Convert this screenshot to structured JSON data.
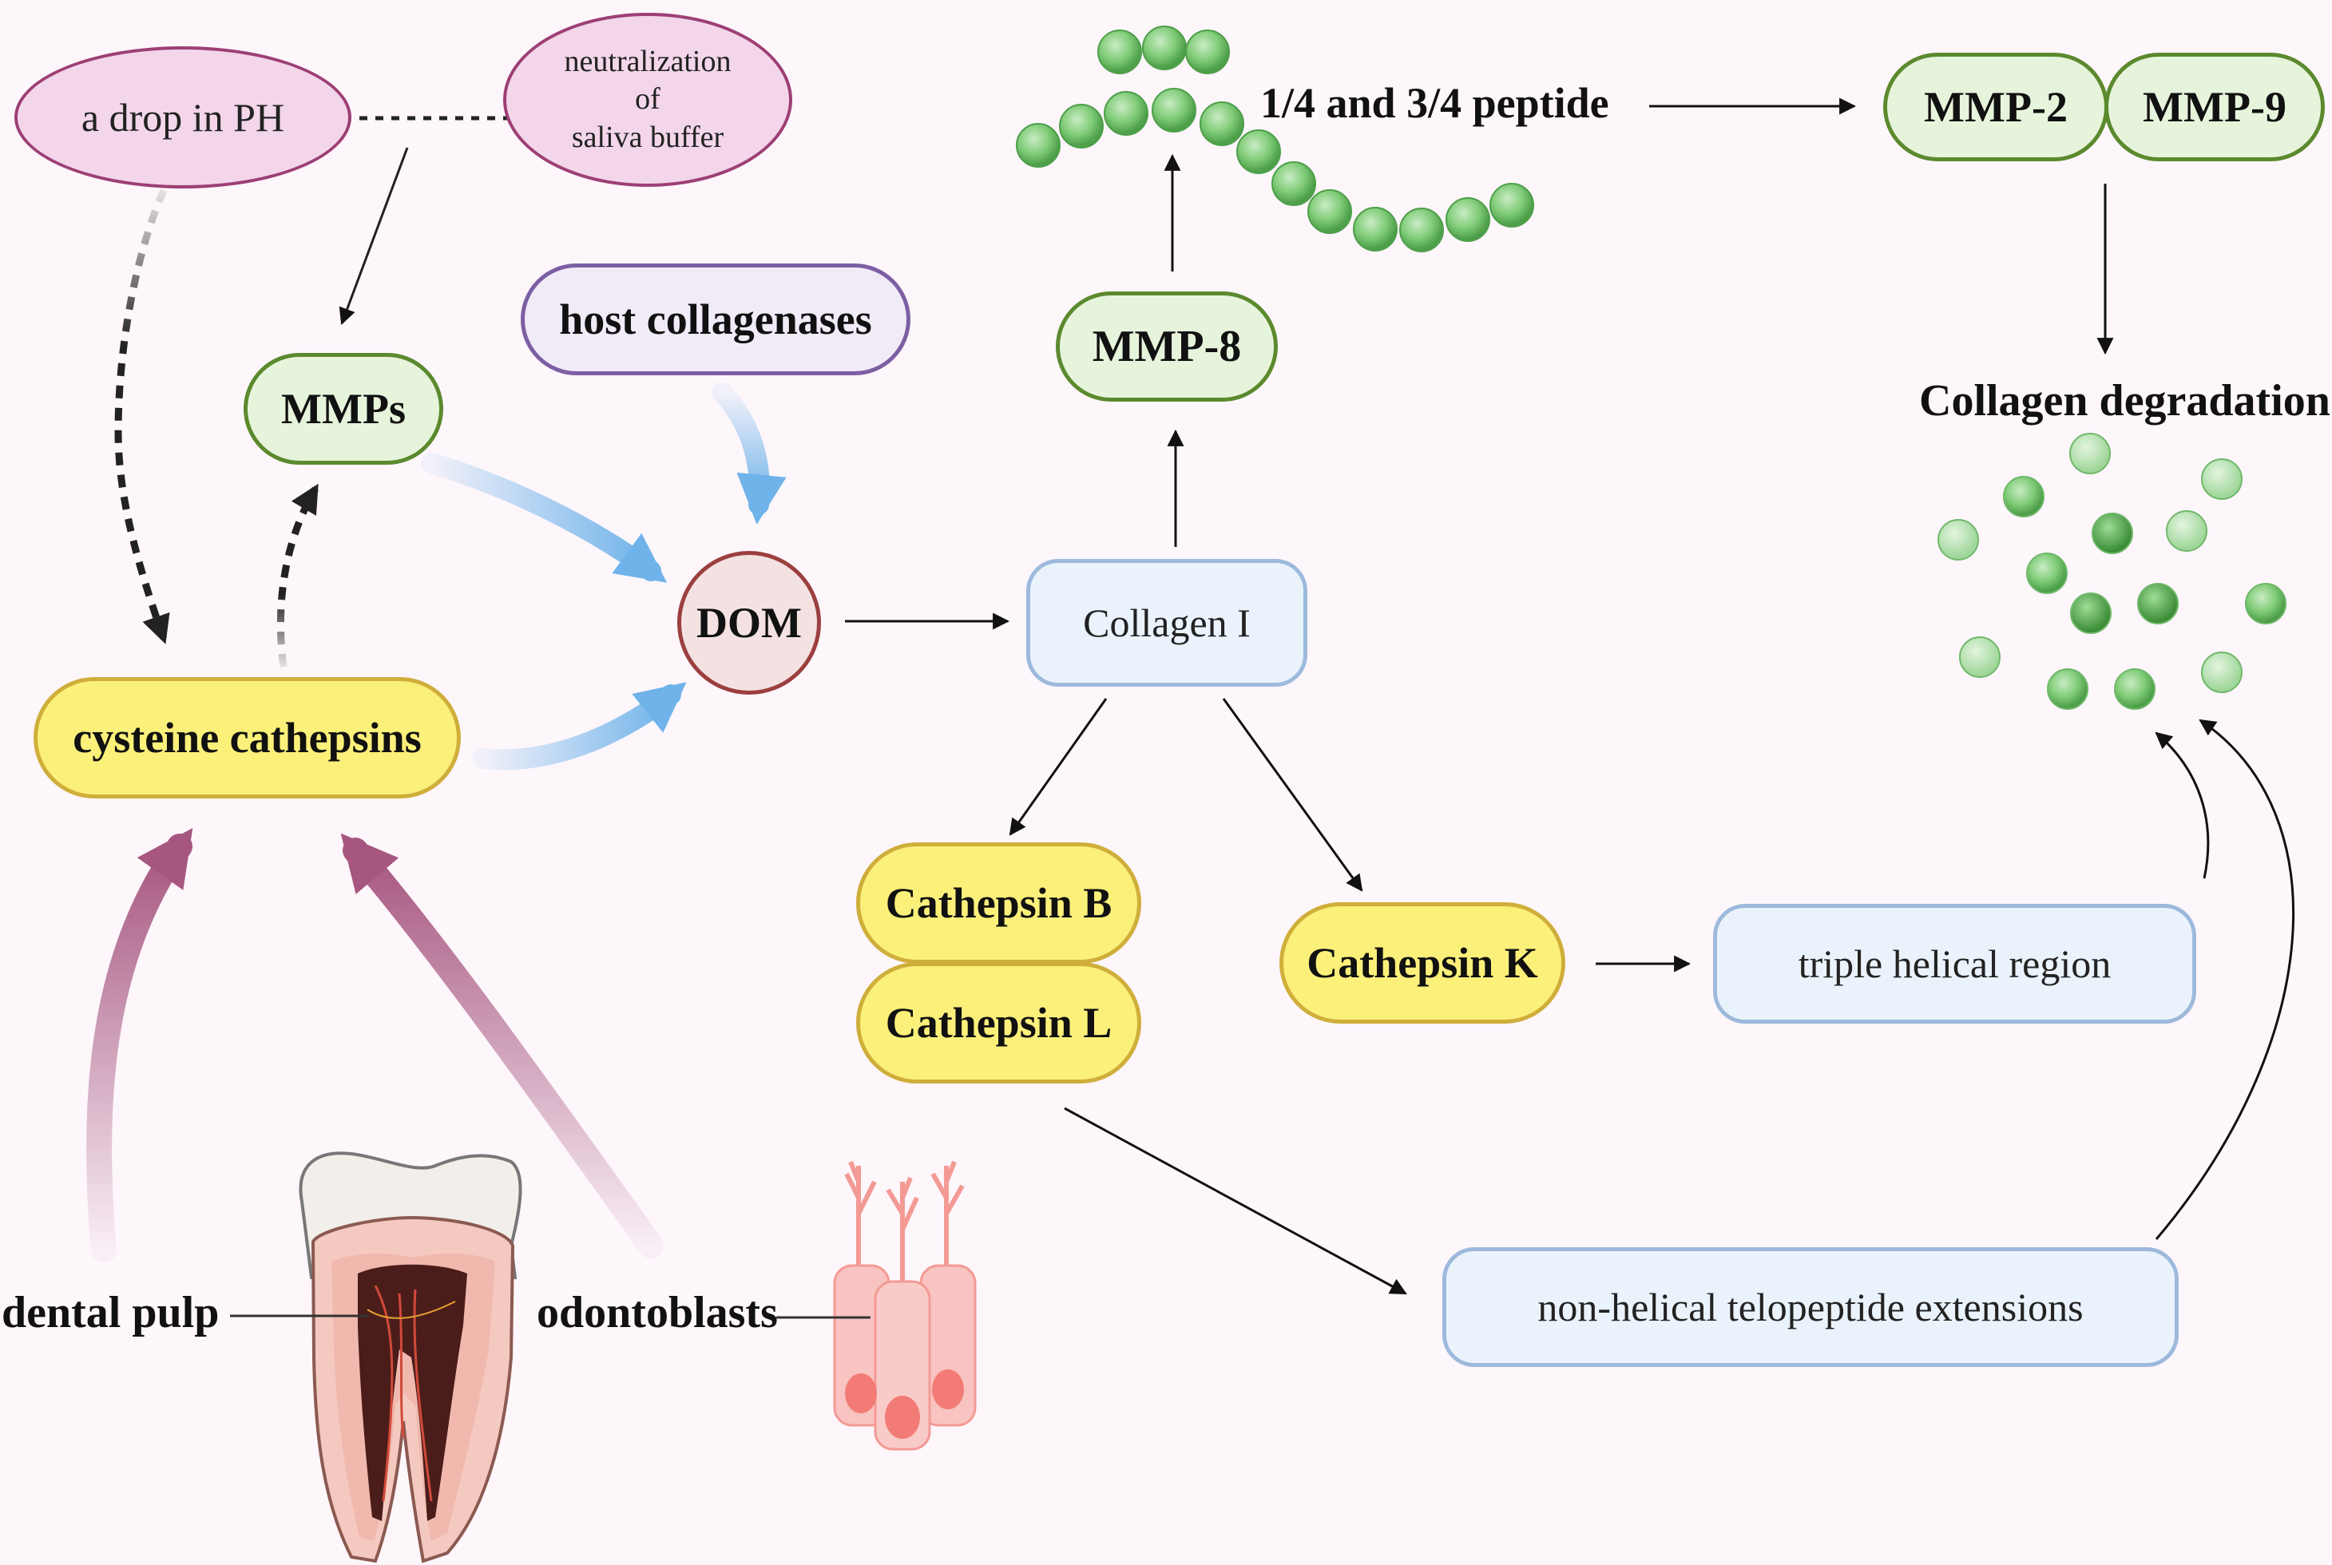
{
  "nodes": {
    "ph_drop": "a drop in PH",
    "saliva_line1": "neutralization",
    "saliva_line2": "of",
    "saliva_line3": "saliva buffer",
    "mmps": "MMPs",
    "host_collagenases": "host collagenases",
    "cysteine_cathepsins": "cysteine cathepsins",
    "dom": "DOM",
    "collagen_i": "Collagen I",
    "mmp8": "MMP-8",
    "peptide": "1/4 and 3/4 peptide",
    "mmp2": "MMP-2",
    "mmp9": "MMP-9",
    "collagen_degradation": "Collagen degradation",
    "cathepsin_b": "Cathepsin B",
    "cathepsin_l": "Cathepsin L",
    "cathepsin_k": "Cathepsin K",
    "triple_helical": "triple helical region",
    "telopeptide": "non-helical telopeptide extensions",
    "dental_pulp": "dental pulp",
    "odontoblasts": "odontoblasts"
  },
  "colors": {
    "pink_fill": "#f3d6e9",
    "green_fill": "#e7f4dc",
    "yellow_fill": "#fbf07a",
    "blue_fill": "#eaf3fb",
    "blue_arrow": "#6fb3ea",
    "mauve_arrow": "#a6567f",
    "bead_green": "#6fbf6a"
  },
  "icons": [
    "collagen-bead-chain-icon",
    "degraded-collagen-fragments-icon",
    "tooth-icon",
    "odontoblast-cells-icon"
  ]
}
